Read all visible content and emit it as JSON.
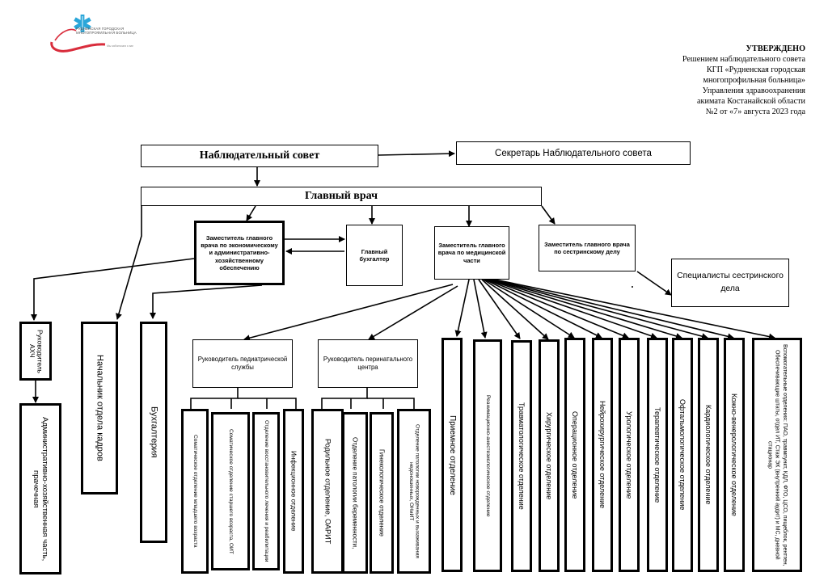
{
  "logo": {
    "name": "Рудненская городская многопрофильная больница",
    "tagline": "Мы заботимся о вас",
    "icon": "caduceus-star-of-life-icon",
    "colors": {
      "blue": "#2aa6d9",
      "red": "#d92d3c"
    }
  },
  "approval": {
    "title": "УТВЕРЖДЕНО",
    "lines": [
      "Решением наблюдательного совета",
      "КГП «Рудненская городская",
      "многопрофильная больница»",
      "Управления здравоохранения",
      "акимата Костанайской области",
      "№2 от «7» августа 2023 года"
    ]
  },
  "nodes": {
    "supervisory_board": "Наблюдательный совет",
    "board_secretary": "Секретарь Наблюдательного совета",
    "chief_doctor": "Главный врач",
    "deputy_economic": "Заместитель главного врача по экономическому и административно-хозяйственному обеспечению",
    "chief_accountant": "Главный бухгалтер",
    "deputy_medical": "Заместитель главного врача по медицинской части",
    "deputy_nursing": "Заместитель главного врача по сестринскому делу",
    "nursing_specialists": "Специалисты сестринского дела",
    "head_axch": "Руководитель АХЧ",
    "hr_head": "Начальник отдела кадров",
    "accounting": "Бухгалтерия",
    "admin_part": "Административно-хозяйственная часть, прачечная",
    "pediatric_head": "Руководитель педиатрической службы",
    "perinatal_head": "Руководитель перинатального центра"
  },
  "pediatric_units": [
    "Соматическое отделение младшего возраста",
    "Соматическое отделение старшего возраста, ОИТ",
    "Отделение восстановительного лечения и реабилитации",
    "Инфекционное отделение"
  ],
  "perinatal_units": [
    "Родильное отделение, ОАРИТ",
    "Отделение патологии беременности,",
    "Гинекологическое отделение",
    "Отделение патологии новорожденных и выхаживания недоношенных, ОНиИТ"
  ],
  "medical_units": [
    "Приемное отделение",
    "Реанимационно-анестезиологическое отделение",
    "Травматологическое отделение",
    "Хирургическое отделение",
    "Операционное отделение",
    "Нейрохирургическое отделение",
    "Урологическое отделение",
    "Терапевтическое отделение",
    "Офтальмологическое отделение",
    "Кардиологическое отделение",
    "Кожно-венерологическое отделение",
    "Вспомогательные отделения: ПАО, травмпункт, КДЛ, ФТО, ЦСО, пищеблок, рентген, Обеспечивающие штаты, отдел ИТ, Стаж ЭК (внутренний аудит) и МС, дневной стационар"
  ]
}
